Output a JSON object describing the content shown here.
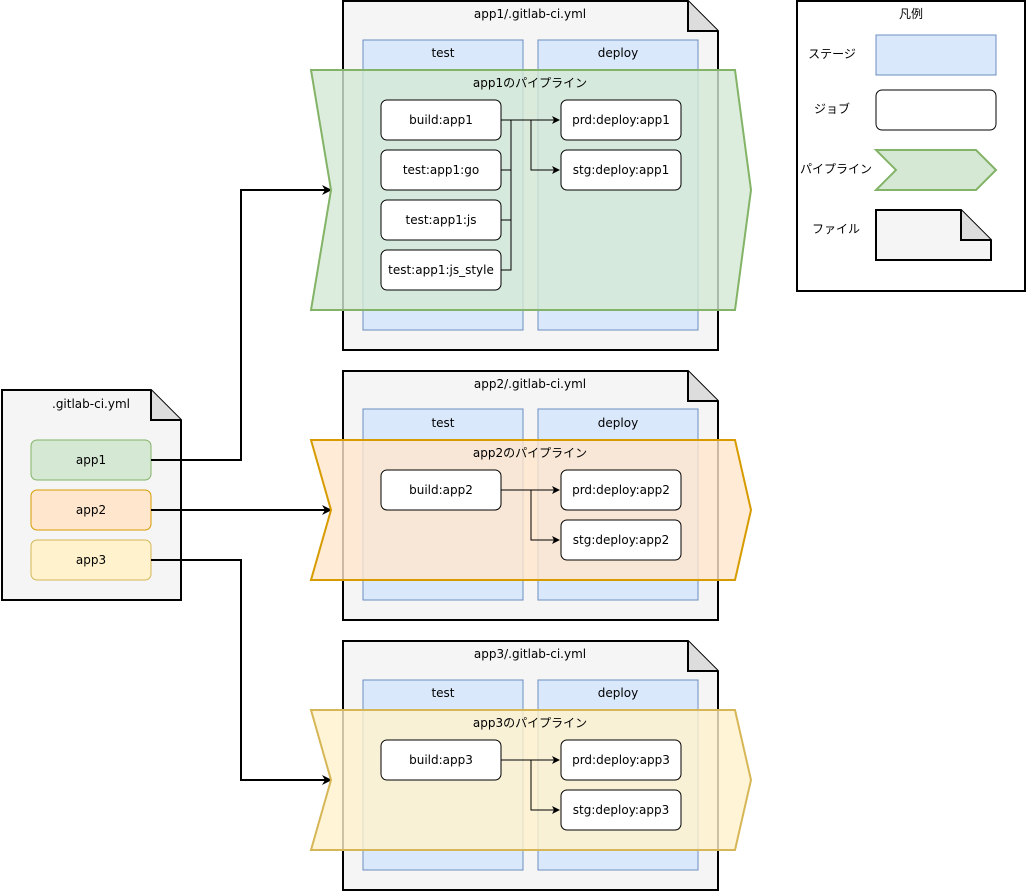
{
  "colors": {
    "file_fill": "#f5f5f5",
    "stage_fill": "#dae8fc",
    "stage_stroke": "#6c8ebf",
    "job_fill": "#ffffff",
    "green_fill": "#d5e8d4",
    "green_stroke": "#82b366",
    "orange_fill": "#ffe6cc",
    "orange_stroke": "#d79b00",
    "yellow_fill": "#fff2cc",
    "yellow_stroke": "#d6b656"
  },
  "root_file": {
    "title": ".gitlab-ci.yml",
    "items": [
      {
        "label": "app1",
        "color": "green"
      },
      {
        "label": "app2",
        "color": "orange"
      },
      {
        "label": "app3",
        "color": "yellow"
      }
    ]
  },
  "app_files": [
    {
      "title": "app1/.gitlab-ci.yml",
      "stages": [
        "test",
        "deploy"
      ],
      "pipeline_label": "app1のパイプライン",
      "color": "green",
      "test_jobs": [
        "build:app1",
        "test:app1:go",
        "test:app1:js",
        "test:app1:js_style"
      ],
      "deploy_jobs": [
        "prd:deploy:app1",
        "stg:deploy:app1"
      ]
    },
    {
      "title": "app2/.gitlab-ci.yml",
      "stages": [
        "test",
        "deploy"
      ],
      "pipeline_label": "app2のパイプライン",
      "color": "orange",
      "test_jobs": [
        "build:app2"
      ],
      "deploy_jobs": [
        "prd:deploy:app2",
        "stg:deploy:app2"
      ]
    },
    {
      "title": "app3/.gitlab-ci.yml",
      "stages": [
        "test",
        "deploy"
      ],
      "pipeline_label": "app3のパイプライン",
      "color": "yellow",
      "test_jobs": [
        "build:app3"
      ],
      "deploy_jobs": [
        "prd:deploy:app3",
        "stg:deploy:app3"
      ]
    }
  ],
  "legend": {
    "title": "凡例",
    "items": [
      {
        "label": "ステージ",
        "kind": "stage"
      },
      {
        "label": "ジョブ",
        "kind": "job"
      },
      {
        "label": "パイプライン",
        "kind": "pipeline"
      },
      {
        "label": "ファイル",
        "kind": "file"
      }
    ]
  }
}
